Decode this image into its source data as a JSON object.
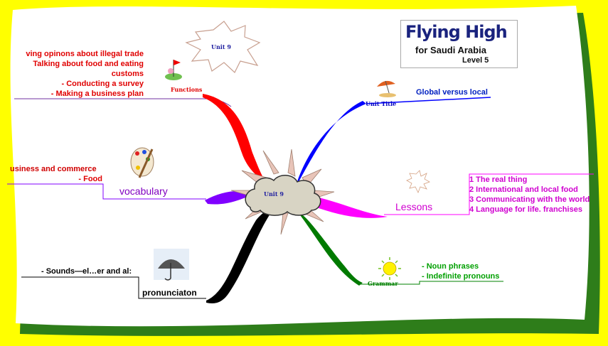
{
  "center": {
    "label": "Unit 9"
  },
  "burst": {
    "label": "Unit 9"
  },
  "logo": {
    "line1": "Flying High",
    "line2": "for Saudi Arabia",
    "line3": "Level 5"
  },
  "branches": {
    "functions": {
      "label": "Functions",
      "color": "#ff0000",
      "items": [
        "ving opinons about illegal trade",
        "Talking about food and eating",
        "customs",
        "- Conducting a survey",
        "- Making a business plan"
      ]
    },
    "unit_title": {
      "label": "Unit Title",
      "color": "#0000ff",
      "items": [
        "Global versus local"
      ]
    },
    "vocabulary": {
      "label": "vocabulary",
      "color": "#8000ff",
      "items": [
        "usiness and commerce",
        "- Food"
      ]
    },
    "lessons": {
      "label": "Lessons",
      "color": "#ff00ff",
      "items": [
        "1 The real thing",
        "2 International and local food",
        "3 Communicating with the world",
        "4 Language for life. franchises"
      ]
    },
    "pronunciation": {
      "label": "pronunciaton",
      "color": "#000000",
      "items": [
        "- Sounds—el…er and al:"
      ]
    },
    "grammar": {
      "label": "Grammar",
      "color": "#008000",
      "items": [
        "- Noun phrases",
        "- Indefinite pronouns"
      ]
    }
  }
}
